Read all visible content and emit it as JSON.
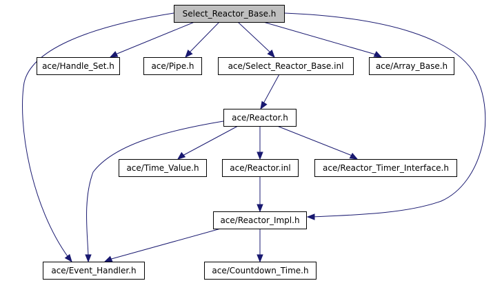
{
  "diagram": {
    "nodes": [
      {
        "id": "root",
        "label": "Select_Reactor_Base.h",
        "fill": "#bfbfbf"
      },
      {
        "id": "handle_set",
        "label": "ace/Handle_Set.h",
        "fill": "#ffffff"
      },
      {
        "id": "pipe",
        "label": "ace/Pipe.h",
        "fill": "#ffffff"
      },
      {
        "id": "select_inl",
        "label": "ace/Select_Reactor_Base.inl",
        "fill": "#ffffff"
      },
      {
        "id": "array_base",
        "label": "ace/Array_Base.h",
        "fill": "#ffffff"
      },
      {
        "id": "reactor_h",
        "label": "ace/Reactor.h",
        "fill": "#ffffff"
      },
      {
        "id": "time_value",
        "label": "ace/Time_Value.h",
        "fill": "#ffffff"
      },
      {
        "id": "reactor_inl",
        "label": "ace/Reactor.inl",
        "fill": "#ffffff"
      },
      {
        "id": "timer_interface",
        "label": "ace/Reactor_Timer_Interface.h",
        "fill": "#ffffff"
      },
      {
        "id": "reactor_impl",
        "label": "ace/Reactor_Impl.h",
        "fill": "#ffffff"
      },
      {
        "id": "event_handler",
        "label": "ace/Event_Handler.h",
        "fill": "#ffffff"
      },
      {
        "id": "countdown",
        "label": "ace/Countdown_Time.h",
        "fill": "#ffffff"
      }
    ],
    "edges": [
      {
        "from": "root",
        "to": "handle_set"
      },
      {
        "from": "root",
        "to": "pipe"
      },
      {
        "from": "root",
        "to": "select_inl"
      },
      {
        "from": "root",
        "to": "array_base"
      },
      {
        "from": "root",
        "to": "event_handler"
      },
      {
        "from": "root",
        "to": "reactor_impl"
      },
      {
        "from": "select_inl",
        "to": "reactor_h"
      },
      {
        "from": "reactor_h",
        "to": "time_value"
      },
      {
        "from": "reactor_h",
        "to": "reactor_inl"
      },
      {
        "from": "reactor_h",
        "to": "timer_interface"
      },
      {
        "from": "reactor_h",
        "to": "event_handler"
      },
      {
        "from": "reactor_inl",
        "to": "reactor_impl"
      },
      {
        "from": "reactor_impl",
        "to": "event_handler"
      },
      {
        "from": "reactor_impl",
        "to": "countdown"
      }
    ],
    "colors": {
      "edge": "#191970",
      "node_border": "#000000",
      "root_fill": "#bfbfbf",
      "node_fill": "#ffffff"
    }
  }
}
